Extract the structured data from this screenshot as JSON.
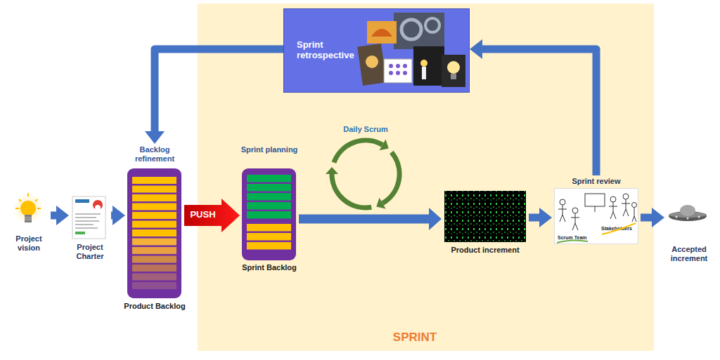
{
  "diagram": {
    "nodes": [
      {
        "text": [
          "Project vision"
        ]
      },
      {
        "text": [
          "Project Charter"
        ]
      },
      {
        "text": [
          "Backlog refinement",
          "Product Backlog"
        ]
      },
      {
        "text": [
          "SPRINT"
        ]
      },
      {
        "text": [
          "Sprint retrospective"
        ],
        "in": 3
      },
      {
        "text": [
          "Sprint planning",
          "Sprint Backlog"
        ],
        "in": 3
      },
      {
        "text": [
          "Daily Scrum"
        ],
        "in": 3
      },
      {
        "text": [
          "Product increment"
        ],
        "in": 3
      },
      {
        "text": [
          "Sprint review",
          "Scrum Team",
          "Stakeholders"
        ],
        "in": 3
      },
      {
        "text": [
          "Accepted increment"
        ]
      }
    ],
    "edges": [
      {
        "from": 0,
        "to": 1,
        "arrow": "to"
      },
      {
        "from": 1,
        "to": 2,
        "arrow": "to"
      },
      {
        "from": 2,
        "to": 5,
        "arrow": "to",
        "label": "PUSH"
      },
      {
        "from": 5,
        "to": 7,
        "arrow": "to"
      },
      {
        "from": 7,
        "to": 8,
        "arrow": "to"
      },
      {
        "from": 8,
        "to": 9,
        "arrow": "to"
      },
      {
        "from": 8,
        "to": 4,
        "arrow": "to"
      },
      {
        "from": 4,
        "to": 2,
        "arrow": "to"
      }
    ]
  }
}
